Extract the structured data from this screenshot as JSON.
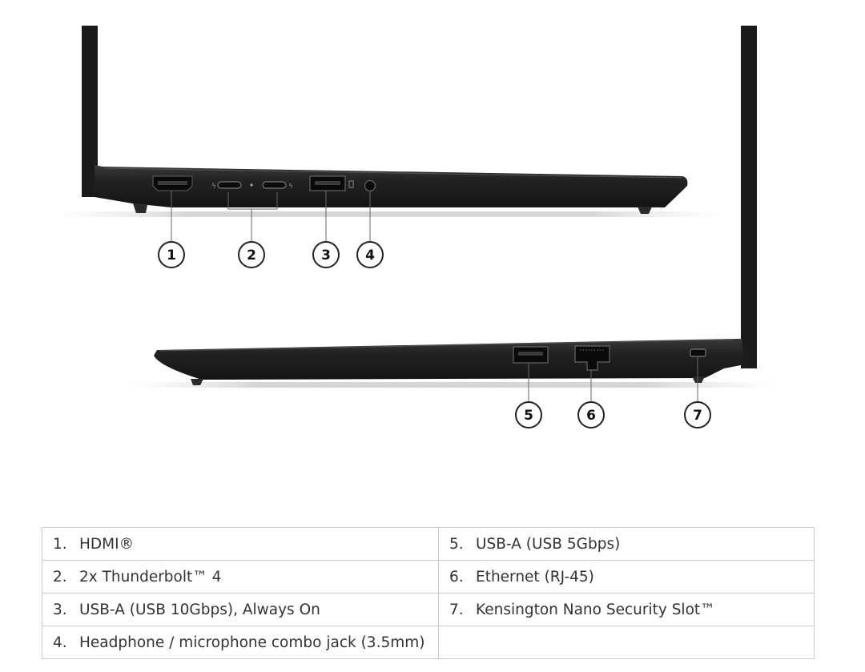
{
  "illustration": {
    "callouts_top": [
      "1",
      "2",
      "3",
      "4"
    ],
    "callouts_bottom": [
      "5",
      "6",
      "7"
    ]
  },
  "ports_table": {
    "rows": [
      {
        "left": {
          "num": "1.",
          "label": "HDMI®"
        },
        "right": {
          "num": "5.",
          "label": "USB-A (USB 5Gbps)"
        }
      },
      {
        "left": {
          "num": "2.",
          "label": "2x Thunderbolt™ 4"
        },
        "right": {
          "num": "6.",
          "label": "Ethernet (RJ-45)"
        }
      },
      {
        "left": {
          "num": "3.",
          "label": "USB-A (USB 10Gbps), Always On"
        },
        "right": {
          "num": "7.",
          "label": "Kensington Nano Security Slot™"
        }
      },
      {
        "left": {
          "num": "4.",
          "label": "Headphone / microphone combo jack (3.5mm)"
        },
        "right": {
          "num": "",
          "label": ""
        }
      }
    ]
  }
}
